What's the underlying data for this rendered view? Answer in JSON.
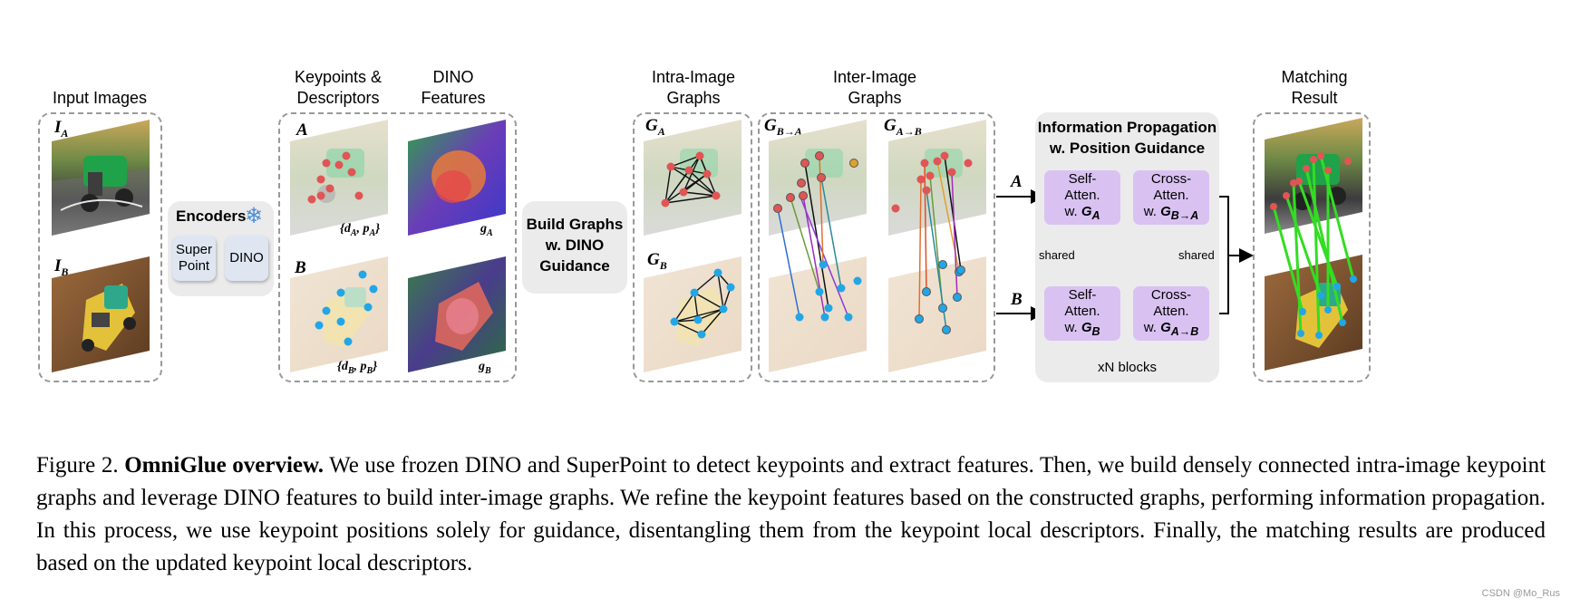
{
  "headers": {
    "input_images": "Input Images",
    "keypoints_line1": "Keypoints &",
    "keypoints_line2": "Descriptors",
    "dino_line1": "DINO",
    "dino_line2": "Features",
    "intra_line1": "Intra-Image",
    "intra_line2": "Graphs",
    "inter_line1": "Inter-Image",
    "inter_line2": "Graphs",
    "matching_line1": "Matching",
    "matching_line2": "Result"
  },
  "encoders": {
    "title": "Encoders",
    "superpoint_line1": "Super",
    "superpoint_line2": "Point",
    "dino": "DINO"
  },
  "build_graphs": {
    "line1": "Build Graphs",
    "line2": "w. DINO",
    "line3": "Guidance"
  },
  "propagation": {
    "title_line1": "Information Propagation",
    "title_line2": "w. Position Guidance",
    "self_atten_line1": "Self-",
    "self_atten_line2": "Atten.",
    "cross_atten_line1": "Cross-",
    "cross_atten_line2": "Atten.",
    "with_prefix": "w.",
    "shared": "shared",
    "blocks": "xN blocks"
  },
  "labels": {
    "I": "I",
    "A": "A",
    "B": "B",
    "G": "G",
    "d": "d",
    "p": "p",
    "g": "g",
    "B_to_A": "B→A",
    "A_to_B": "A→B"
  },
  "caption": {
    "figure_label": "Figure 2.",
    "bold_title": "OmniGlue overview.",
    "text": "We use frozen DINO and SuperPoint to detect keypoints and extract features. Then, we build densely connected intra-image keypoint graphs and leverage DINO features to build inter-image graphs. We refine the keypoint features based on the constructed graphs, performing information propagation. In this process, we use keypoint positions solely for guidance, disentangling them from the keypoint local descriptors. Finally, the matching results are produced based on the updated keypoint local descriptors."
  },
  "watermark": "CSDN @Mo_Rus",
  "colors": {
    "dashed_border": "#999999",
    "gray_box": "#ebebeb",
    "encoder_button": "#dfe6f2",
    "attention_block": "#d9c2f2",
    "keypoint_red": "#e05555",
    "keypoint_blue": "#22a6e6",
    "match_line": "#33dd22"
  }
}
